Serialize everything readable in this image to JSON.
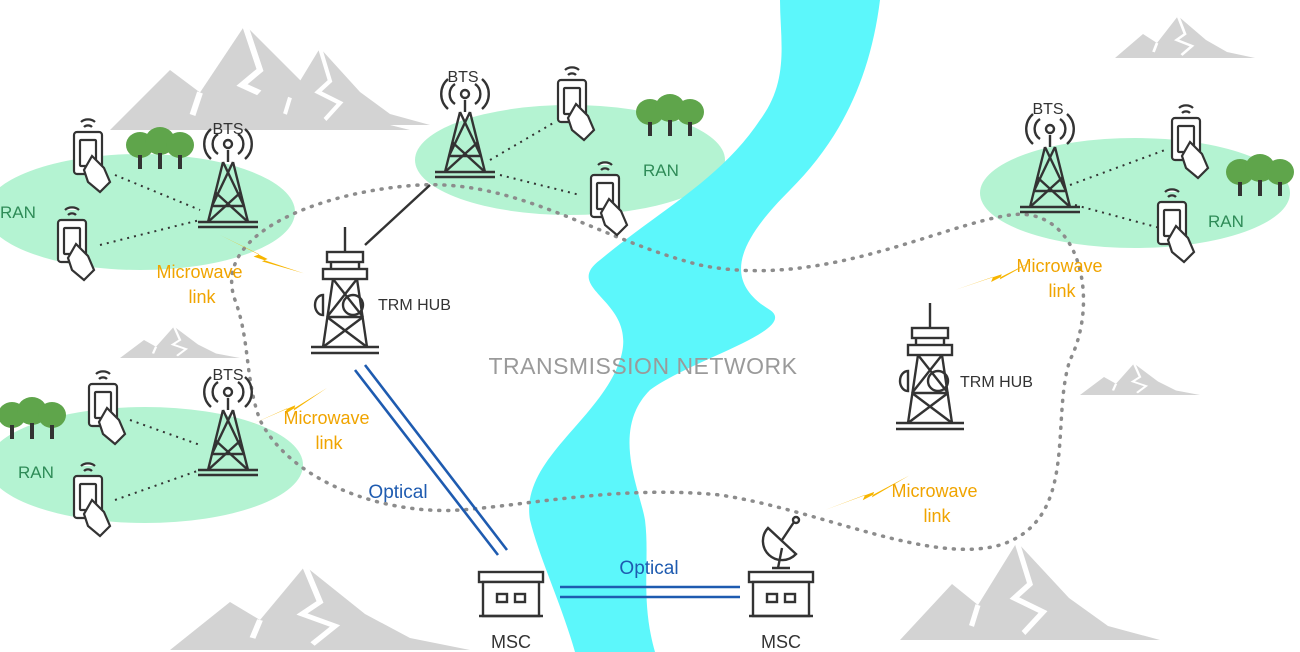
{
  "labels": {
    "bts": "BTS",
    "ran": "RAN",
    "microwave_line1": "Microwave",
    "microwave_line2": "link",
    "trm_hub": "TRM HUB",
    "transmission_network": "TRANSMISSION NETWORK",
    "optical": "Optical",
    "msc": "MSC"
  },
  "colors": {
    "river": "#5cf7fb",
    "ran_zone": "#b4f3d2",
    "microwave": "#f7b500",
    "optical": "#1e5bb0",
    "mountain": "#d3d3d3",
    "tree": "#5fa54b",
    "outline": "#333333",
    "network_ring": "#8c8c8c"
  },
  "icons": [
    "bts-tower-icon",
    "mobile-phone-icon",
    "trm-hub-tower-icon",
    "msc-building-icon",
    "satellite-dish-icon",
    "lightning-icon",
    "tree-icon",
    "mountain-icon"
  ]
}
